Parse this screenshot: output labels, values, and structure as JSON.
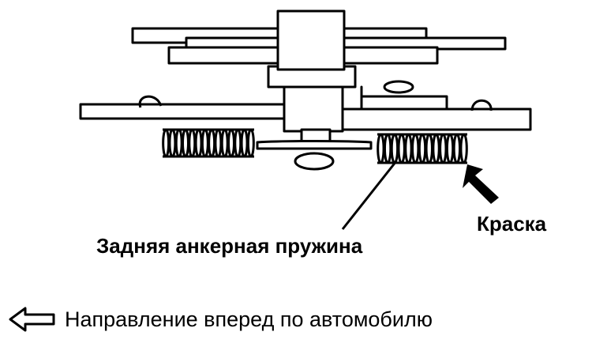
{
  "labels": {
    "paint": "Краска",
    "rear_anchor_spring": "Задняя анкерная пружина"
  },
  "legend": {
    "direction": "Направление вперед по автомобилю",
    "arrow_icon": "left-arrow-outline-icon"
  },
  "colors": {
    "ink": "#000000",
    "paper": "#ffffff"
  }
}
